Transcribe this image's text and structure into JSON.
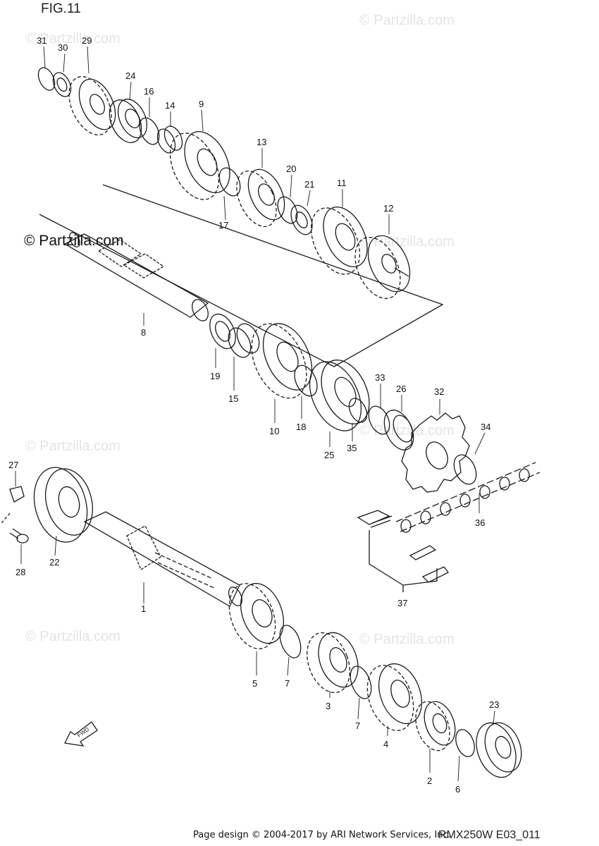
{
  "figure_title": "FIG.11",
  "watermark_text": "© Partzilla.com",
  "footer_text": "Page design © 2004-2017 by ARI Network Services, Inc.",
  "diagram_code": "RMX250W E03_011",
  "fwd_label": "FWD",
  "callouts": [
    "31",
    "30",
    "29",
    "24",
    "16",
    "14",
    "9",
    "13",
    "20",
    "21",
    "11",
    "12",
    "17",
    "8",
    "19",
    "15",
    "10",
    "18",
    "25",
    "35",
    "33",
    "26",
    "32",
    "34",
    "36",
    "27",
    "28",
    "22",
    "1",
    "5",
    "7",
    "3",
    "4",
    "2",
    "6",
    "23",
    "37"
  ]
}
